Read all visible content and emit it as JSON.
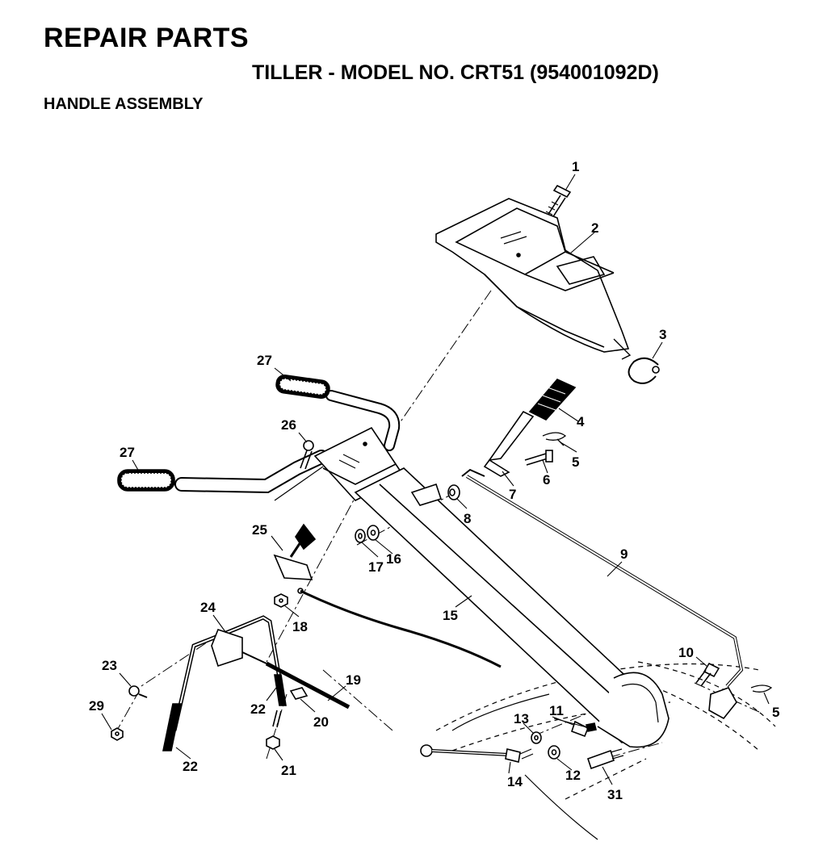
{
  "header": {
    "title": "REPAIR PARTS",
    "subtitle": "TILLER - MODEL NO. CRT51 (954001092D)",
    "section": "HANDLE ASSEMBLY"
  },
  "callouts": [
    "1",
    "2",
    "3",
    "27",
    "4",
    "26",
    "5",
    "6",
    "7",
    "27",
    "8",
    "17",
    "16",
    "25",
    "9",
    "15",
    "18",
    "24",
    "10",
    "23",
    "19",
    "22",
    "20",
    "5",
    "29",
    "11",
    "13",
    "22",
    "21",
    "12",
    "14",
    "31"
  ]
}
